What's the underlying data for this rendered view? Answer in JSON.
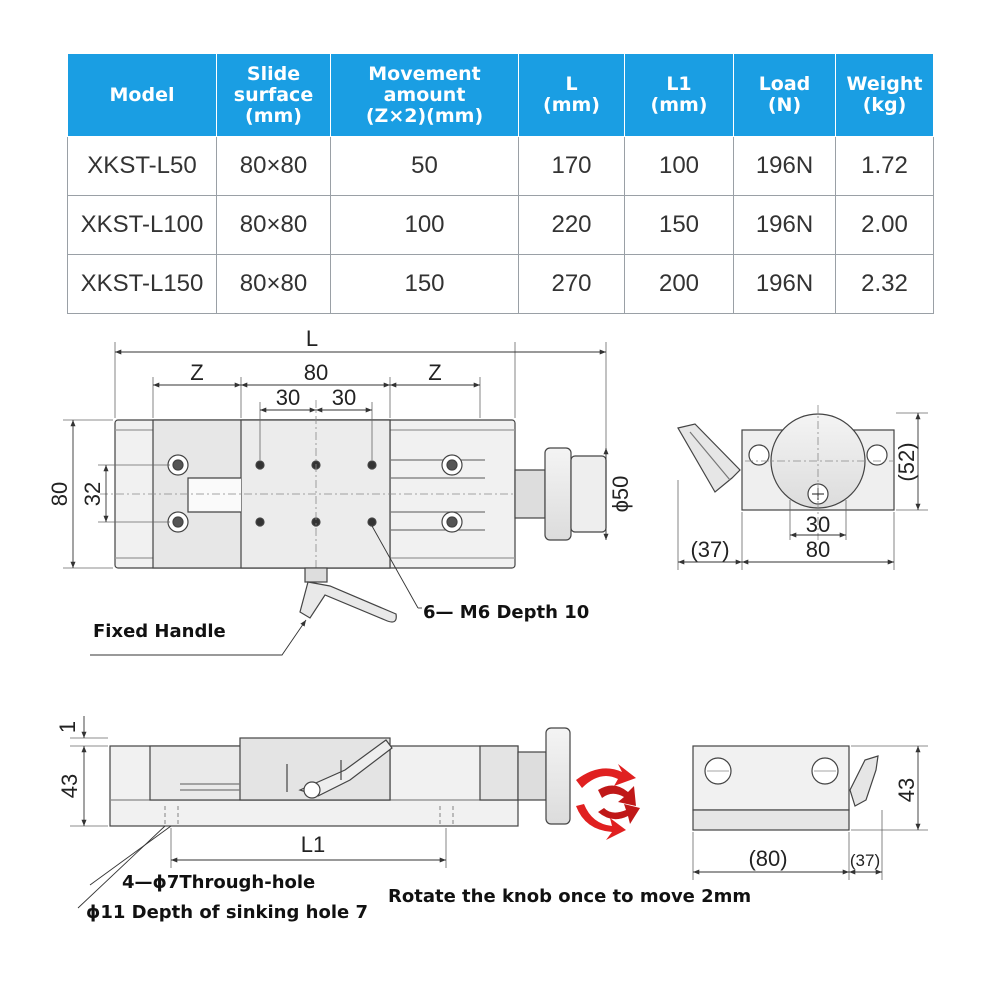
{
  "table": {
    "headers": [
      "Model",
      "Slide\nsurface\n(mm)",
      "Movement\namount\n(Z×2)(mm)",
      "L\n(mm)",
      "L1\n(mm)",
      "Load\n(N)",
      "Weight\n(kg)"
    ],
    "rows": [
      [
        "XKST-L50",
        "80×80",
        "50",
        "170",
        "100",
        "196N",
        "1.72"
      ],
      [
        "XKST-L100",
        "80×80",
        "100",
        "220",
        "150",
        "196N",
        "2.00"
      ],
      [
        "XKST-L150",
        "80×80",
        "150",
        "270",
        "200",
        "196N",
        "2.32"
      ]
    ]
  },
  "drawing": {
    "top_view": {
      "dim_L": "L",
      "dim_Z_left": "Z",
      "dim_80": "80",
      "dim_Z_right": "Z",
      "dim_30_a": "30",
      "dim_30_b": "30",
      "dim_height_80": "80",
      "dim_height_32": "32",
      "dim_phi50": "ϕ50",
      "callout_holes": "6— M6 Depth 10",
      "callout_handle": "Fixed Handle"
    },
    "end_view": {
      "dim_52": "(52)",
      "dim_30": "30",
      "dim_80": "80",
      "dim_37": "(37)"
    },
    "side_view": {
      "dim_1": "1",
      "dim_43": "43",
      "dim_L1": "L1",
      "callout_through": "4—ϕ7Through-hole",
      "callout_sink": "ϕ11 Depth of sinking hole 7",
      "note_rotate": "Rotate the knob once to move 2mm"
    },
    "front_view": {
      "dim_80": "(80)",
      "dim_37": "(37)",
      "dim_43": "43"
    }
  },
  "colors": {
    "header_bg": "#1a9ee3",
    "line": "#444444",
    "arrow_red": "#e02020"
  }
}
